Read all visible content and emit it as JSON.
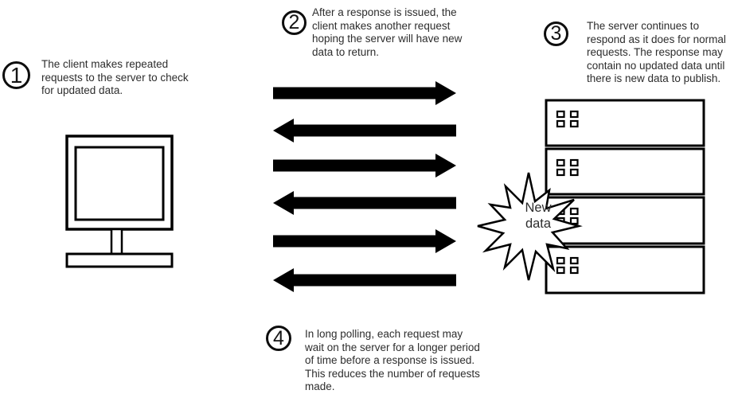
{
  "colors": {
    "ink": "#000000",
    "text": "#2d2d2d",
    "background": "#ffffff"
  },
  "steps": [
    {
      "number": "1",
      "lines": [
        "The client makes repeated",
        "requests to the server to check",
        "for updated data."
      ]
    },
    {
      "number": "2",
      "lines": [
        "After a response is issued, the",
        "client makes another request",
        "hoping the server will have new",
        "data to return."
      ]
    },
    {
      "number": "3",
      "lines": [
        "The server continues to",
        "respond as it does for normal",
        "requests. The response may",
        "contain no updated data until",
        "there is new data to publish."
      ]
    },
    {
      "number": "4",
      "lines": [
        "In long polling, each request may",
        "wait on the server for a longer period",
        "of time before a response is issued.",
        "This reduces the number of requests",
        "made."
      ]
    }
  ],
  "arrows": {
    "directions": [
      "right",
      "left",
      "right",
      "left",
      "right",
      "left"
    ]
  },
  "server": {
    "unit_count": 4
  },
  "burst": {
    "lines": [
      "New",
      "data"
    ]
  },
  "icons": {
    "client": "desktop-computer-icon",
    "server": "server-stack-icon",
    "arrow_right": "request-arrow-icon",
    "arrow_left": "response-arrow-icon",
    "burst": "new-data-burst-icon"
  }
}
